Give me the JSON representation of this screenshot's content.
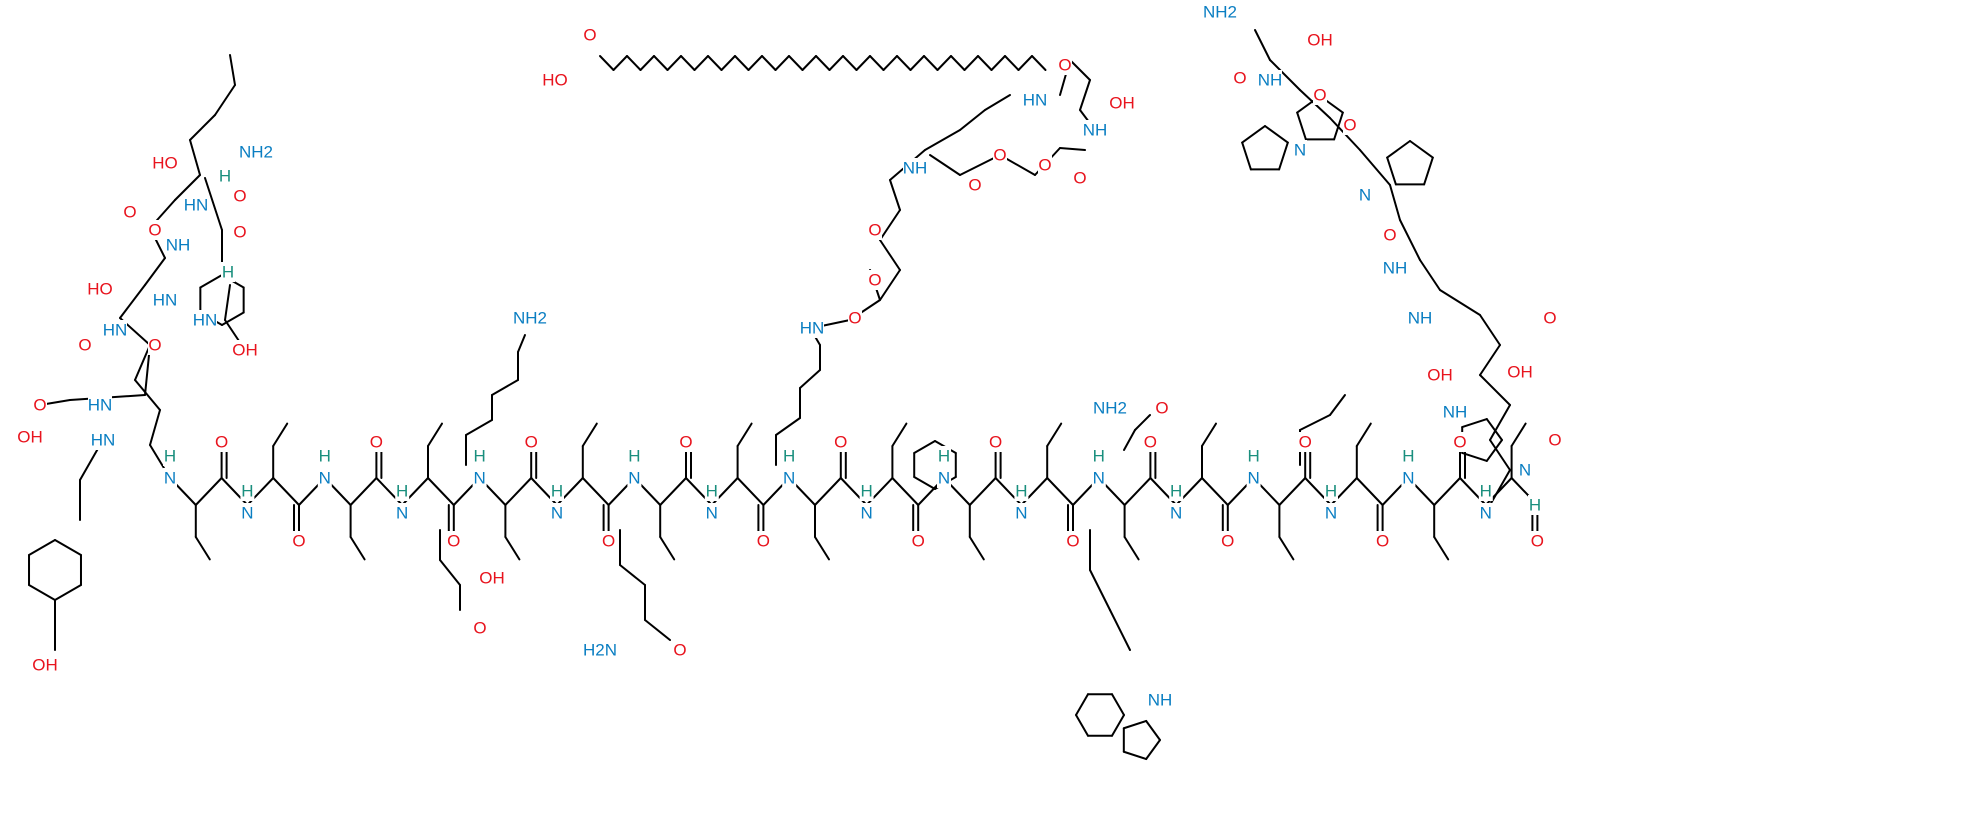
{
  "atom_labels": {
    "n": "N",
    "h": "H",
    "o": "O",
    "oh": "OH",
    "ho": "HO",
    "nh": "NH",
    "hn": "HN",
    "nh2": "NH2",
    "h2n": "H2N"
  },
  "colors": {
    "nitrogen": "#0a7ec2",
    "oxygen": "#e8141e",
    "hydrogen": "#1a8f7e",
    "bond": "#000000"
  }
}
